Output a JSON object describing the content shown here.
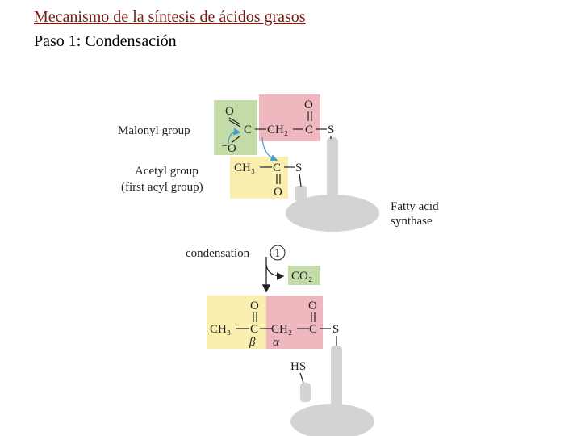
{
  "header": {
    "title": "Mecanismo de la síntesis de ácidos grasos",
    "subtitle": "Paso 1: Condensación"
  },
  "colors": {
    "green_box": "#c3dba6",
    "pink_box": "#efb8bf",
    "yellow_box": "#fbefb0",
    "enzyme_gray": "#d3d3d3",
    "arrow_blue": "#4a9ccc"
  },
  "labels": {
    "malonyl": "Malonyl group",
    "acetyl_1": "Acetyl group",
    "acetyl_2": "(first acyl group)",
    "enzyme_1": "Fatty acid",
    "enzyme_2": "synthase",
    "step": "condensation",
    "step_num": "1",
    "co2": "CO₂"
  },
  "chem": {
    "O": "O",
    "Ominus": "⁻O",
    "C": "C",
    "CH2": "CH₂",
    "CH3": "CH₃",
    "S": "S",
    "HS": "HS",
    "beta": "β",
    "alpha": "α"
  }
}
